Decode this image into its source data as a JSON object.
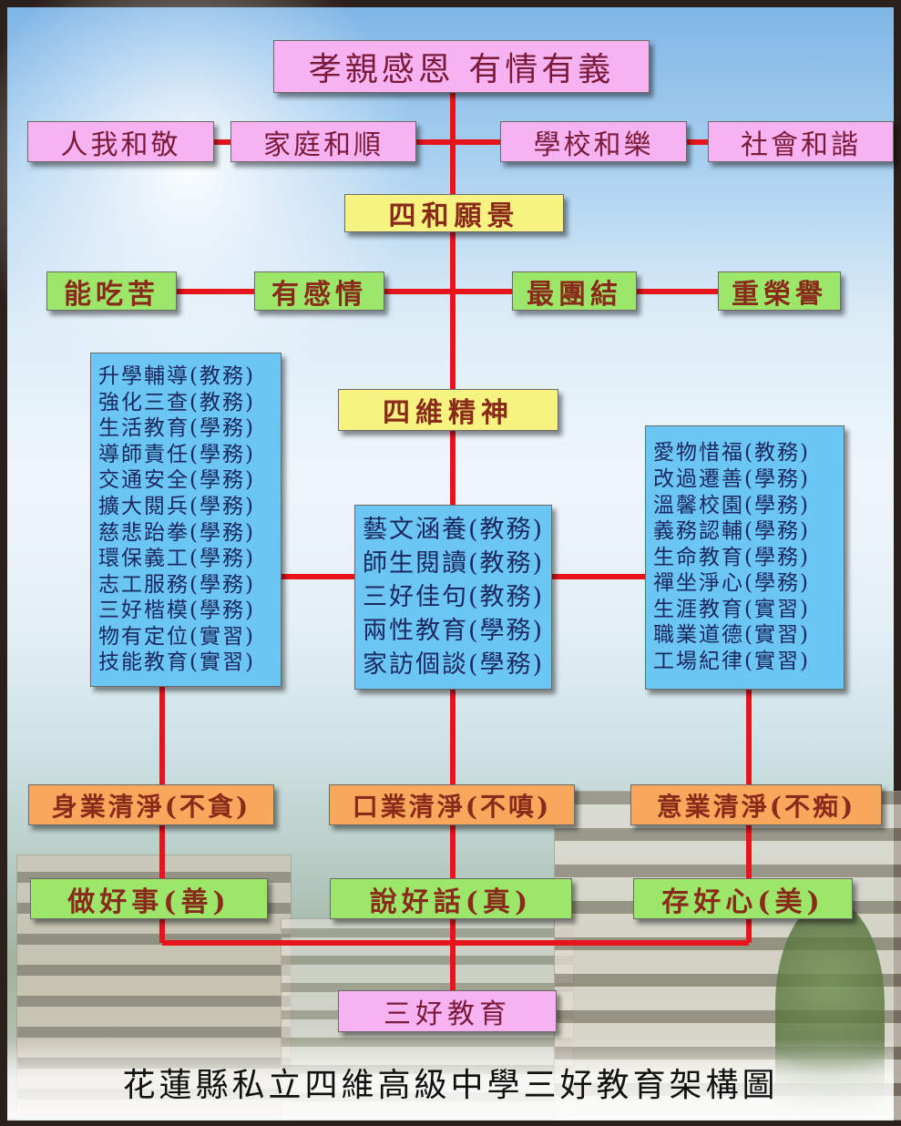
{
  "title": "孝親感恩 有情有義",
  "harmony": [
    "人我和敬",
    "家庭和順",
    "學校和樂",
    "社會和諧"
  ],
  "vision": "四和願景",
  "spirit_traits": [
    "能吃苦",
    "有感情",
    "最團結",
    "重榮譽"
  ],
  "center_label": "四維精神",
  "left_list": [
    "升學輔導(教務)",
    "強化三查(教務)",
    "生活教育(學務)",
    "導師責任(學務)",
    "交通安全(學務)",
    "擴大閱兵(學務)",
    "慈悲跆拳(學務)",
    "環保義工(學務)",
    "志工服務(學務)",
    "三好楷模(學務)",
    "物有定位(實習)",
    "技能教育(實習)"
  ],
  "middle_list": [
    "藝文涵養(教務)",
    "師生閱讀(教務)",
    "三好佳句(教務)",
    "兩性教育(學務)",
    "家訪個談(學務)"
  ],
  "right_list": [
    "愛物惜福(教務)",
    "改過遷善(學務)",
    "溫馨校園(學務)",
    "義務認輔(學務)",
    "生命教育(學務)",
    "禪坐淨心(學務)",
    "生涯教育(實習)",
    "職業道德(實習)",
    "工場紀律(實習)"
  ],
  "karma": [
    "身業清淨(不貪)",
    "口業清淨(不嗔)",
    "意業清淨(不痴)"
  ],
  "good_deeds": [
    "做好事(善)",
    "說好話(真)",
    "存好心(美)"
  ],
  "bottom_label": "三好教育",
  "footer": "花蓮縣私立四維高級中學三好教育架構圖",
  "colors": {
    "line": "#e8141c",
    "pink": "#f7b3f1",
    "yellow": "#f7f381",
    "green": "#9ce66a",
    "blue": "#6cc6f4",
    "orange": "#f8a85c"
  }
}
